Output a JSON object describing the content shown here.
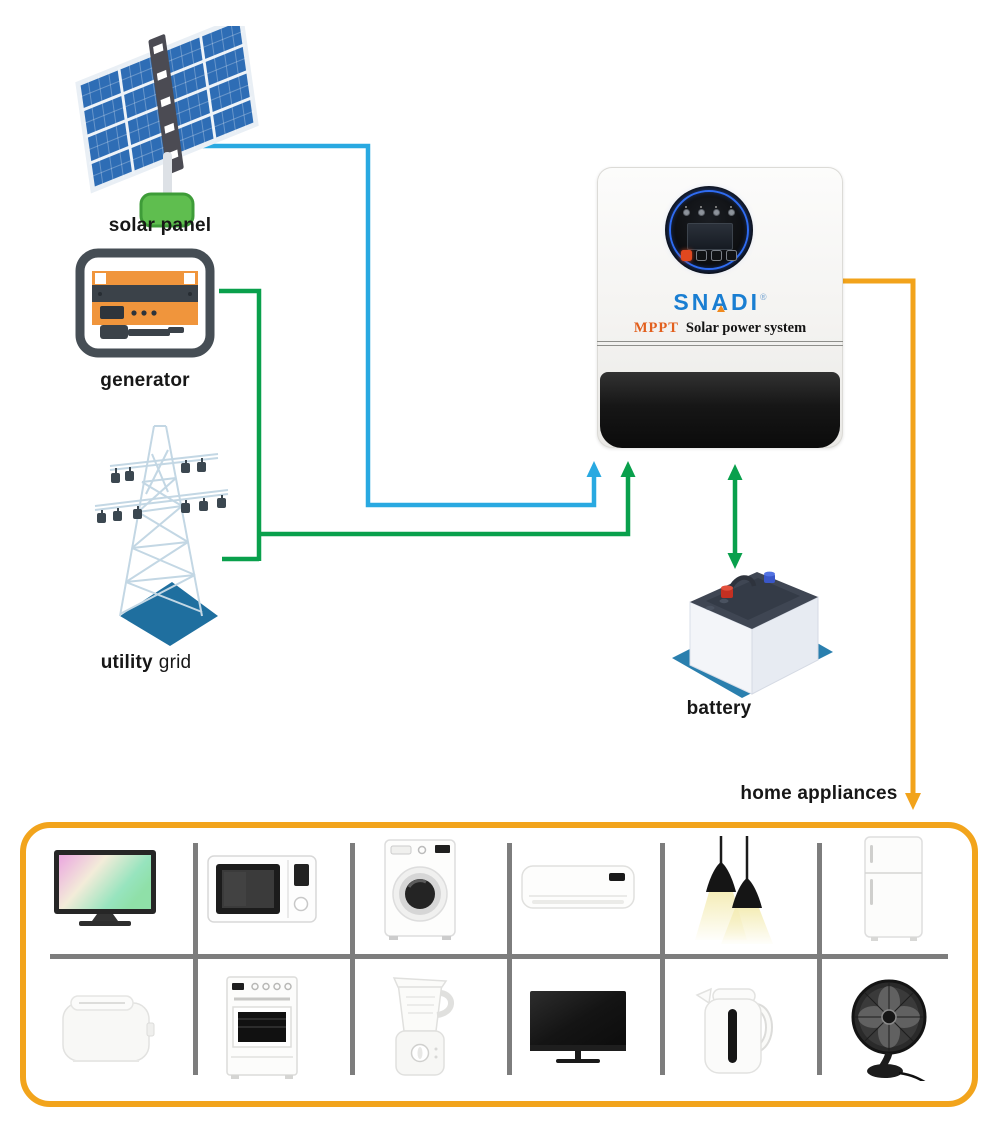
{
  "labels": {
    "solar_panel": "solar panel",
    "generator": "generator",
    "utility_bold": "utility",
    "utility_regular": "grid",
    "battery": "battery",
    "home_appliances": "home appliances"
  },
  "inverter": {
    "brand_prefix": "SN",
    "brand_a": "A",
    "brand_suffix": "DI",
    "registered_mark": "®",
    "mppt_label": "MPPT",
    "tagline": "Solar power system"
  },
  "colors": {
    "solar_line_blue": "#29a9e1",
    "ac_line_green": "#09a04c",
    "output_line_orange": "#f2a31b",
    "appliance_box_border": "#f2a41c",
    "grid_divider_gray": "#7d7d7d",
    "brand_blue": "#1a7ed2",
    "mppt_orange": "#e2601e"
  },
  "connections": [
    {
      "from": "solar panel",
      "to": "inverter",
      "color": "blue",
      "arrow": "into inverter"
    },
    {
      "from": "generator",
      "to": "inverter",
      "color": "green",
      "arrow": "into inverter"
    },
    {
      "from": "utility grid",
      "to": "inverter",
      "color": "green",
      "arrow": "into inverter"
    },
    {
      "from": "inverter",
      "to": "battery",
      "color": "green",
      "arrow": "both directions"
    },
    {
      "from": "inverter",
      "to": "home appliances",
      "color": "orange",
      "arrow": "into appliances"
    }
  ],
  "appliance_icons": [
    "television-icon",
    "microwave-icon",
    "washing-machine-icon",
    "air-conditioner-icon",
    "pendant-lights-icon",
    "refrigerator-icon",
    "toaster-icon",
    "oven-icon",
    "blender-icon",
    "flat-tv-icon",
    "kettle-icon",
    "desk-fan-icon"
  ]
}
